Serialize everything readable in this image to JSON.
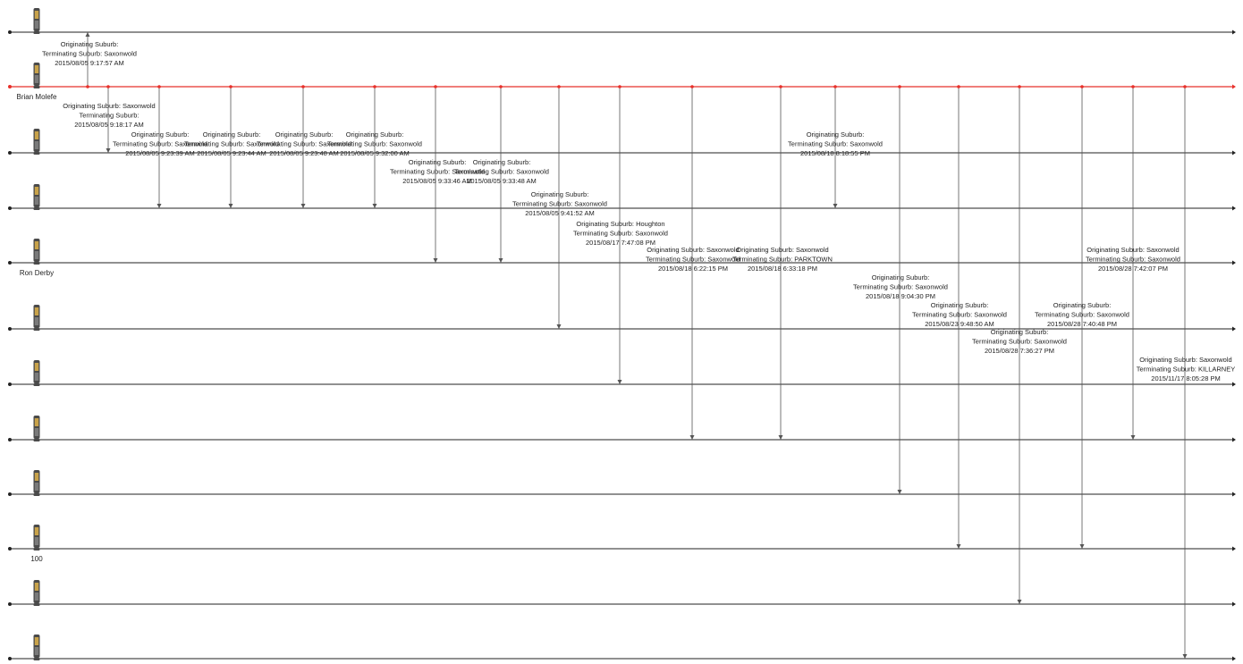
{
  "colors": {
    "background": "#ffffff",
    "line": "#222222",
    "highlight_line": "#e8302a",
    "connector": "#555555",
    "label_text": "#222222",
    "phone_body": "#4a4a4a",
    "phone_screen": "#c8a24a"
  },
  "icon": "mobile-phone-icon",
  "lanes": [
    {
      "label": "",
      "highlighted": false
    },
    {
      "label": "Brian Molefe",
      "highlighted": true
    },
    {
      "label": "",
      "highlighted": false
    },
    {
      "label": "",
      "highlighted": false
    },
    {
      "label": "Ron Derby",
      "highlighted": false
    },
    {
      "label": "",
      "highlighted": false
    },
    {
      "label": "",
      "highlighted": false
    },
    {
      "label": "",
      "highlighted": false
    },
    {
      "label": "",
      "highlighted": false
    },
    {
      "label": "100",
      "highlighted": false
    },
    {
      "label": "",
      "highlighted": false
    },
    {
      "label": "",
      "highlighted": false
    }
  ],
  "calls": [
    {
      "from": 1,
      "to": 0,
      "lines": [
        "Originating Suburb:",
        "Terminating Suburb: Saxonwold",
        "2015/08/05 9:17:57 AM"
      ]
    },
    {
      "from": 1,
      "to": 2,
      "lines": [
        "Originating Suburb: Saxonwold",
        "Terminating Suburb:",
        "2015/08/05 9:18:17 AM"
      ]
    },
    {
      "from": 1,
      "to": 3,
      "lines": [
        "Originating Suburb:",
        "Terminating Suburb: Saxonwold",
        "2015/08/05 9:23:39 AM"
      ]
    },
    {
      "from": 1,
      "to": 3,
      "lines": [
        "Originating Suburb:",
        "Terminating Suburb: Saxonwold",
        "2015/08/05 9:23:44 AM"
      ]
    },
    {
      "from": 1,
      "to": 3,
      "lines": [
        "Originating Suburb:",
        "Terminating Suburb: Saxonwold",
        "2015/08/05 9:23:48 AM"
      ]
    },
    {
      "from": 1,
      "to": 3,
      "lines": [
        "Originating Suburb:",
        "Terminating Suburb: Saxonwold",
        "2015/08/05 9:32:00 AM"
      ]
    },
    {
      "from": 1,
      "to": 4,
      "lines": [
        "Originating Suburb:",
        "Terminating Suburb: Saxonwold",
        "2015/08/05 9:33:46 AM"
      ]
    },
    {
      "from": 1,
      "to": 4,
      "lines": [
        "Originating Suburb:",
        "Terminating Suburb: Saxonwold",
        "2015/08/05 9:33:48 AM"
      ]
    },
    {
      "from": 1,
      "to": 5,
      "lines": [
        "Originating Suburb:",
        "Terminating Suburb: Saxonwold",
        "2015/08/05 9:41:52 AM"
      ]
    },
    {
      "from": 1,
      "to": 6,
      "lines": [
        "Originating Suburb: Houghton",
        "Terminating Suburb: Saxonwold",
        "2015/08/17 7:47:08 PM"
      ]
    },
    {
      "from": 1,
      "to": 7,
      "lines": [
        "Originating Suburb: Saxonwold",
        "Terminating Suburb: Saxonwold",
        "2015/08/18 6:22:15 PM"
      ]
    },
    {
      "from": 1,
      "to": 7,
      "lines": [
        "Originating Suburb: Saxonwold",
        "Terminating Suburb: PARKTOWN",
        "2015/08/18 6:33:18 PM"
      ]
    },
    {
      "from": 1,
      "to": 3,
      "lines": [
        "Originating Suburb:",
        "Terminating Suburb: Saxonwold",
        "2015/08/18 8:18:55 PM"
      ]
    },
    {
      "from": 1,
      "to": 8,
      "lines": [
        "Originating Suburb:",
        "Terminating Suburb: Saxonwold",
        "2015/08/18 9:04:30 PM"
      ]
    },
    {
      "from": 1,
      "to": 9,
      "lines": [
        "Originating Suburb:",
        "Terminating Suburb: Saxonwold",
        "2015/08/23 9:48:50 AM"
      ]
    },
    {
      "from": 1,
      "to": 10,
      "lines": [
        "Originating Suburb:",
        "Terminating Suburb: Saxonwold",
        "2015/08/28 7:36:27 PM"
      ]
    },
    {
      "from": 1,
      "to": 9,
      "lines": [
        "Originating Suburb:",
        "Terminating Suburb: Saxonwold",
        "2015/08/28 7:40:48 PM"
      ]
    },
    {
      "from": 1,
      "to": 7,
      "lines": [
        "Originating Suburb: Saxonwold",
        "Terminating Suburb: Saxonwold",
        "2015/08/28 7:42:07 PM"
      ]
    },
    {
      "from": 1,
      "to": 11,
      "lines": [
        "Originating Suburb: Saxonwold",
        "Terminating Suburb: KILLARNEY",
        "2015/11/17 8:05:28 PM"
      ]
    }
  ]
}
